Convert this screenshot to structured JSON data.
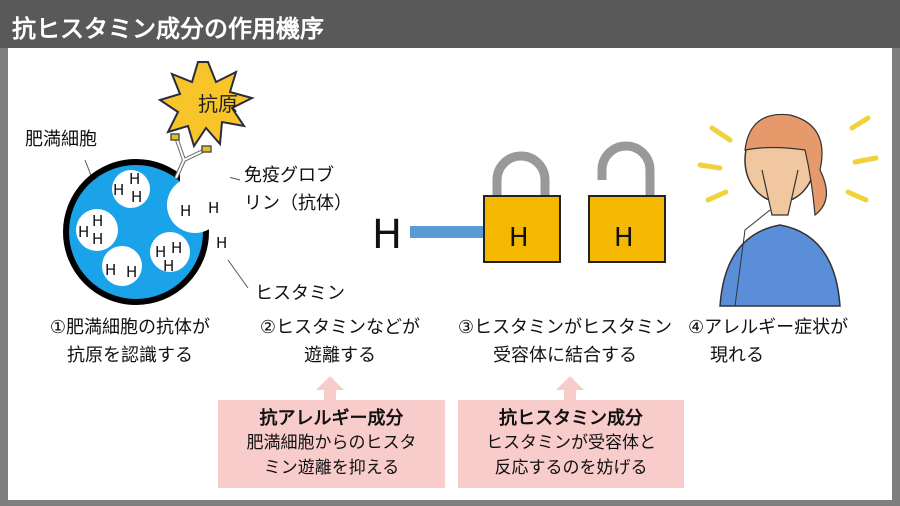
{
  "title": "抗ヒスタミン成分の作用機序",
  "labels": {
    "mast_cell": "肥満細胞",
    "antigen": "抗原",
    "antibody_line1": "免疫グロブ",
    "antibody_line2": "リン（抗体）",
    "histamine": "ヒスタミン",
    "h": "H"
  },
  "steps": [
    {
      "line1": "①肥満細胞の抗体が",
      "line2": "抗原を認識する"
    },
    {
      "line1": "②ヒスタミンなどが",
      "line2": "遊離する"
    },
    {
      "line1": "③ヒスタミンがヒスタミン",
      "line2": "受容体に結合する"
    },
    {
      "line1": "④アレルギー症状が",
      "line2": "現れる"
    }
  ],
  "boxes": [
    {
      "title": "抗アレルギー成分",
      "line1": "肥満細胞からのヒスタ",
      "line2": "ミン遊離を抑える"
    },
    {
      "title": "抗ヒスタミン成分",
      "line1": "ヒスタミンが受容体と",
      "line2": "反応するのを妨げる"
    }
  ],
  "colors": {
    "cell": "#1aa3e8",
    "lock": "#f5b800",
    "arrow": "#5b9bd5",
    "box": "#f9cccc",
    "star": "#f7c52a"
  }
}
